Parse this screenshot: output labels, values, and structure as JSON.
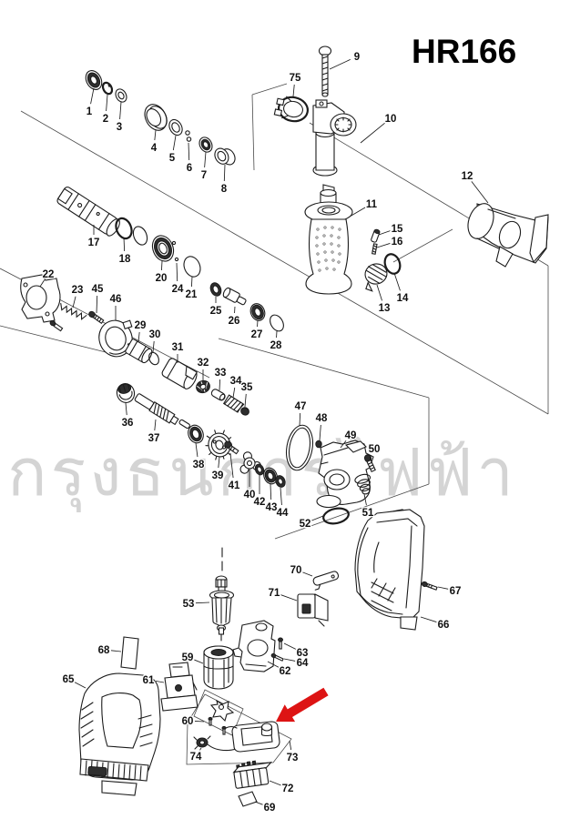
{
  "title": "HR166",
  "watermark": "กรุงธนการไฟฟ้า",
  "diagram": {
    "arrow_color": "#dd1414",
    "line_color": "#1b1b1b",
    "frame_color": "#4a4a4a",
    "parts": [
      {
        "num": "1",
        "label": [
          98,
          122
        ],
        "target": [
          103,
          97
        ]
      },
      {
        "num": "2",
        "label": [
          116,
          130
        ],
        "target": [
          118,
          104
        ]
      },
      {
        "num": "3",
        "label": [
          131,
          139
        ],
        "target": [
          133,
          112
        ]
      },
      {
        "num": "4",
        "label": [
          169,
          162
        ],
        "target": [
          171,
          143
        ]
      },
      {
        "num": "5",
        "label": [
          189,
          173
        ],
        "target": [
          193,
          149
        ]
      },
      {
        "num": "6",
        "label": [
          208,
          184
        ],
        "target": [
          207,
          157
        ]
      },
      {
        "num": "7",
        "label": [
          224,
          192
        ],
        "target": [
          226,
          167
        ]
      },
      {
        "num": "8",
        "label": [
          246,
          207
        ],
        "target": [
          247,
          181
        ]
      },
      {
        "num": "9",
        "label": [
          392,
          62
        ],
        "target": [
          362,
          76
        ]
      },
      {
        "num": "10",
        "label": [
          429,
          130
        ],
        "target": [
          396,
          157
        ]
      },
      {
        "num": "11",
        "label": [
          408,
          224
        ],
        "target": [
          384,
          238
        ]
      },
      {
        "num": "12",
        "label": [
          513,
          193
        ],
        "target": [
          536,
          223
        ]
      },
      {
        "num": "13",
        "label": [
          422,
          338
        ],
        "target": [
          414,
          313
        ]
      },
      {
        "num": "14",
        "label": [
          442,
          327
        ],
        "target": [
          433,
          300
        ]
      },
      {
        "num": "15",
        "label": [
          436,
          251
        ],
        "target": [
          416,
          258
        ]
      },
      {
        "num": "16",
        "label": [
          436,
          265
        ],
        "target": [
          414,
          272
        ]
      },
      {
        "num": "17",
        "label": [
          103,
          266
        ],
        "target": [
          103,
          247
        ]
      },
      {
        "num": "18",
        "label": [
          137,
          284
        ],
        "target": [
          136,
          261
        ]
      },
      {
        "num": "20",
        "label": [
          177,
          305
        ],
        "target": [
          178,
          287
        ]
      },
      {
        "num": "21",
        "label": [
          210,
          323
        ],
        "target": [
          211,
          304
        ]
      },
      {
        "num": "22",
        "label": [
          53,
          301
        ],
        "target": [
          44,
          315
        ]
      },
      {
        "num": "23",
        "label": [
          85,
          318
        ],
        "target": [
          80,
          338
        ]
      },
      {
        "num": "24",
        "label": [
          195,
          317
        ],
        "target": [
          194,
          289
        ]
      },
      {
        "num": "25",
        "label": [
          237,
          341
        ],
        "target": [
          237,
          326
        ]
      },
      {
        "num": "26",
        "label": [
          257,
          352
        ],
        "target": [
          258,
          337
        ]
      },
      {
        "num": "27",
        "label": [
          282,
          367
        ],
        "target": [
          283,
          352
        ]
      },
      {
        "num": "28",
        "label": [
          303,
          379
        ],
        "target": [
          304,
          364
        ]
      },
      {
        "num": "29",
        "label": [
          154,
          357
        ],
        "target": [
          152,
          376
        ]
      },
      {
        "num": "30",
        "label": [
          170,
          367
        ],
        "target": [
          168,
          387
        ]
      },
      {
        "num": "31",
        "label": [
          195,
          381
        ],
        "target": [
          195,
          399
        ]
      },
      {
        "num": "32",
        "label": [
          223,
          398
        ],
        "target": [
          223,
          418
        ]
      },
      {
        "num": "33",
        "label": [
          242,
          409
        ],
        "target": [
          241,
          429
        ]
      },
      {
        "num": "34",
        "label": [
          259,
          418
        ],
        "target": [
          256,
          437
        ]
      },
      {
        "num": "35",
        "label": [
          271,
          425
        ],
        "target": [
          269,
          447
        ]
      },
      {
        "num": "36",
        "label": [
          140,
          464
        ],
        "target": [
          138,
          443
        ]
      },
      {
        "num": "37",
        "label": [
          169,
          481
        ],
        "target": [
          171,
          461
        ]
      },
      {
        "num": "38",
        "label": [
          218,
          510
        ],
        "target": [
          215,
          487
        ]
      },
      {
        "num": "39",
        "label": [
          239,
          522
        ],
        "target": [
          241,
          502
        ]
      },
      {
        "num": "40",
        "label": [
          274,
          543
        ],
        "target": [
          274,
          516
        ]
      },
      {
        "num": "41",
        "label": [
          257,
          533
        ],
        "target": [
          253,
          498
        ]
      },
      {
        "num": "42",
        "label": [
          285,
          551
        ],
        "target": [
          285,
          522
        ]
      },
      {
        "num": "43",
        "label": [
          298,
          557
        ],
        "target": [
          297,
          532
        ]
      },
      {
        "num": "44",
        "label": [
          310,
          563
        ],
        "target": [
          308,
          536
        ]
      },
      {
        "num": "45",
        "label": [
          107,
          317
        ],
        "target": [
          106,
          344
        ]
      },
      {
        "num": "46",
        "label": [
          127,
          328
        ],
        "target": [
          127,
          352
        ]
      },
      {
        "num": "47",
        "label": [
          330,
          446
        ],
        "target": [
          329,
          468
        ]
      },
      {
        "num": "48",
        "label": [
          353,
          459
        ],
        "target": [
          351,
          484
        ]
      },
      {
        "num": "49",
        "label": [
          385,
          478
        ],
        "target": [
          374,
          492
        ]
      },
      {
        "num": "50",
        "label": [
          411,
          493
        ],
        "target": [
          406,
          504
        ]
      },
      {
        "num": "51",
        "label": [
          404,
          563
        ],
        "target": [
          400,
          543
        ]
      },
      {
        "num": "52",
        "label": [
          335,
          575
        ],
        "target": [
          355,
          567
        ]
      },
      {
        "num": "53",
        "label": [
          207,
          663
        ],
        "target": [
          230,
          662
        ]
      },
      {
        "num": "59",
        "label": [
          206,
          722
        ],
        "target": [
          223,
          729
        ]
      },
      {
        "num": "60",
        "label": [
          206,
          792
        ],
        "target": [
          224,
          793
        ]
      },
      {
        "num": "61",
        "label": [
          163,
          747
        ],
        "target": [
          180,
          750
        ]
      },
      {
        "num": "62",
        "label": [
          313,
          737
        ],
        "target": [
          294,
          727
        ]
      },
      {
        "num": "63",
        "label": [
          332,
          717
        ],
        "target": [
          312,
          707
        ]
      },
      {
        "num": "64",
        "label": [
          332,
          728
        ],
        "target": [
          312,
          724
        ]
      },
      {
        "num": "65",
        "label": [
          75,
          746
        ],
        "target": [
          94,
          756
        ]
      },
      {
        "num": "66",
        "label": [
          487,
          686
        ],
        "target": [
          462,
          678
        ]
      },
      {
        "num": "67",
        "label": [
          500,
          649
        ],
        "target": [
          481,
          645
        ]
      },
      {
        "num": "68",
        "label": [
          114,
          714
        ],
        "target": [
          133,
          716
        ]
      },
      {
        "num": "69",
        "label": [
          296,
          887
        ],
        "target": [
          280,
          881
        ]
      },
      {
        "num": "70",
        "label": [
          325,
          626
        ],
        "target": [
          343,
          633
        ]
      },
      {
        "num": "71",
        "label": [
          301,
          651
        ],
        "target": [
          326,
          660
        ]
      },
      {
        "num": "72",
        "label": [
          316,
          866
        ],
        "target": [
          296,
          858
        ]
      },
      {
        "num": "73",
        "label": [
          321,
          832
        ],
        "target": [
          318,
          814
        ]
      },
      {
        "num": "74",
        "label": [
          215,
          831
        ],
        "target": [
          221,
          822
        ]
      },
      {
        "num": "75",
        "label": [
          324,
          85
        ],
        "target": [
          322,
          106
        ]
      }
    ],
    "frame_lines": [
      [
        23,
        122,
        602,
        455
      ],
      [
        602,
        292,
        602,
        455
      ],
      [
        340,
        135,
        602,
        292
      ],
      [
        277,
        104,
        279,
        187
      ],
      [
        315,
        92,
        277,
        104
      ],
      [
        0,
        295,
        230,
        415
      ],
      [
        0,
        358,
        120,
        388
      ],
      [
        240,
        372,
        471,
        437
      ],
      [
        471,
        437,
        471,
        532
      ],
      [
        471,
        532,
        302,
        592
      ],
      [
        497,
        252,
        432,
        288
      ]
    ],
    "frame_polygons": [
      "225,763 320,812 300,838 205,840 206,794",
      "225,758 267,779 255,808 213,787"
    ]
  }
}
